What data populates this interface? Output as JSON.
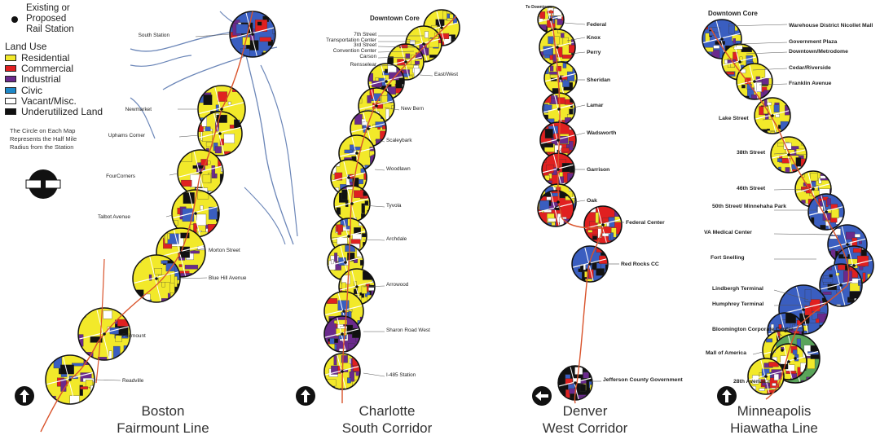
{
  "legend": {
    "station": "Existing or Proposed Rail Station",
    "station_lines": [
      "Existing or",
      "Proposed",
      "Rail Station"
    ],
    "land_use_title": "Land Use",
    "items": [
      {
        "label": "Residential",
        "color": "#f2e92a"
      },
      {
        "label": "Commercial",
        "color": "#e02020"
      },
      {
        "label": "Industrial",
        "color": "#6a2a8c"
      },
      {
        "label": "Civic",
        "color": "#1e88c8"
      },
      {
        "label": "Vacant/Misc.",
        "color": "#ffffff"
      },
      {
        "label": "Underutilized Land",
        "color": "#111111"
      }
    ],
    "note_lines": [
      "The Circle on Each Map",
      "Represents the Half Mile",
      "Radius from the Station"
    ]
  },
  "maps": [
    {
      "id": "boston",
      "title_lines": [
        "Boston",
        "Fairmount Line"
      ],
      "header": "",
      "north": "north-arrow-icon",
      "stations": [
        "South Station",
        "Newmarket",
        "Uphams Corner",
        "FourCorners",
        "Talbot Avenue",
        "Morton Street",
        "Blue Hill Avenue",
        "Fairmount",
        "Readville"
      ]
    },
    {
      "id": "charlotte",
      "title_lines": [
        "Charlotte",
        "South Corridor"
      ],
      "header": "Downtown Core",
      "north": "north-arrow-icon",
      "stations": [
        "7th Street",
        "Transportation Center",
        "3rd Street",
        "Convention Center",
        "Carson",
        "Rensselear",
        "East/West",
        "New Bern",
        "Scaleybark",
        "Woodlawn",
        "Tyvola",
        "Archdale",
        "Arrowood",
        "Sharon Road West",
        "I-485 Station"
      ]
    },
    {
      "id": "denver",
      "title_lines": [
        "Denver",
        "West Corridor"
      ],
      "header": "To Downtown",
      "north": "west-arrow-icon",
      "stations": [
        "Federal",
        "Knox",
        "Perry",
        "Sheridan",
        "Lamar",
        "Wadsworth",
        "Garrison",
        "Oak",
        "Federal Center",
        "Red Rocks CC",
        "Jefferson County Government"
      ]
    },
    {
      "id": "minneapolis",
      "title_lines": [
        "Minneapolis",
        "Hiawatha Line"
      ],
      "header": "Downtown Core",
      "north": "north-arrow-icon",
      "stations": [
        "Warehouse District Nicollet Mall",
        "Government Plaza",
        "Downtown/Metrodome",
        "Cedar/Riverside",
        "Franklin Avenue",
        "Lake Street",
        "38th Street",
        "46th Street",
        "50th Street/ Minnehaha Park",
        "VA Medical Center",
        "Fort Snelling",
        "Lindbergh Terminal",
        "Humphrey Terminal",
        "Bloomington Corporate Center",
        "Mall of America",
        "28th Avenue"
      ]
    }
  ]
}
